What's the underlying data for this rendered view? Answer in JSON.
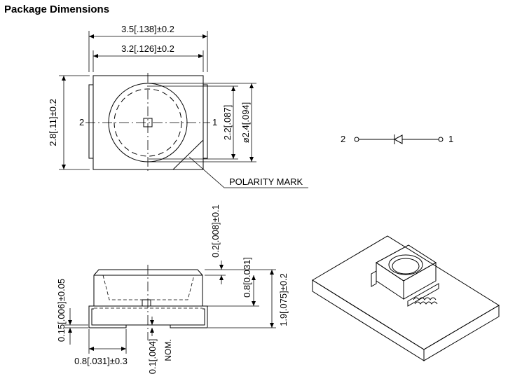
{
  "title": "Package Dimensions",
  "top_view": {
    "dim_outer_width": "3.5[.138]±0.2",
    "dim_inner_width": "3.2[.126]±0.2",
    "dim_height": "2.8[.11]±0.2",
    "dim_lens_inner": "2.2[.087]",
    "dim_lens_outer": "ø2.4[.094]",
    "pin_left": "2",
    "pin_right": "1",
    "polarity_label": "POLARITY  MARK"
  },
  "schematic": {
    "pin_left": "2",
    "pin_right": "1"
  },
  "side_view": {
    "dim_lens_recess": "0.2[.008]±0.1",
    "dim_body": "0.8[0.031]",
    "dim_total_height": "1.9[.075]±0.2",
    "dim_lead_thickness": "0.15[.006]±0.05",
    "dim_pad_width": "0.8[.031]±0.3",
    "dim_standoff": "0.1[.004]",
    "dim_standoff_note": "NOM."
  }
}
